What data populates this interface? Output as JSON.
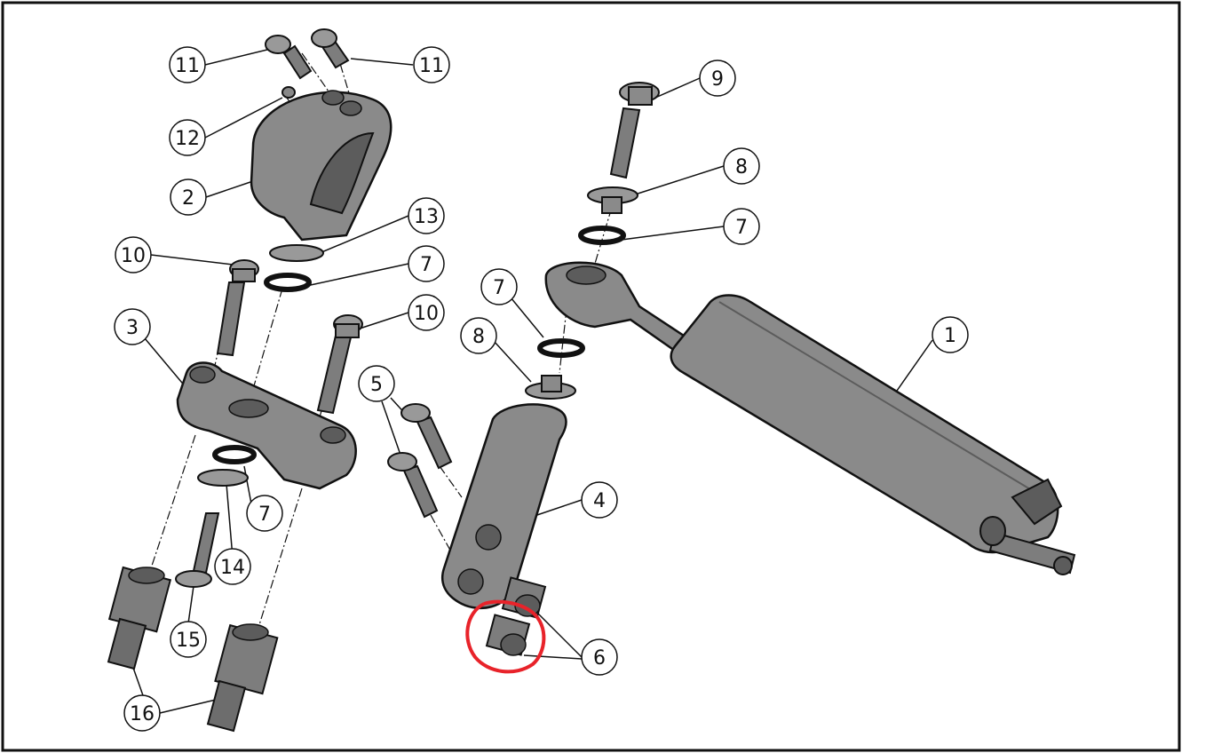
{
  "colors": {
    "part_fill": "#8a8a8a",
    "part_dark": "#5c5c5c",
    "part_light": "#a9a9a9",
    "outline": "#111111",
    "highlight": "#e8232a",
    "background": "#ffffff"
  },
  "callouts": [
    {
      "id": "c11a",
      "label": "11"
    },
    {
      "id": "c11b",
      "label": "11"
    },
    {
      "id": "c12",
      "label": "12"
    },
    {
      "id": "c2",
      "label": "2"
    },
    {
      "id": "c13",
      "label": "13"
    },
    {
      "id": "c10a",
      "label": "10"
    },
    {
      "id": "c7a",
      "label": "7"
    },
    {
      "id": "c3",
      "label": "3"
    },
    {
      "id": "c10b",
      "label": "10"
    },
    {
      "id": "c9",
      "label": "9"
    },
    {
      "id": "c8a",
      "label": "8"
    },
    {
      "id": "c7b",
      "label": "7"
    },
    {
      "id": "c7c",
      "label": "7"
    },
    {
      "id": "c8b",
      "label": "8"
    },
    {
      "id": "c1",
      "label": "1"
    },
    {
      "id": "c5",
      "label": "5"
    },
    {
      "id": "c4",
      "label": "4"
    },
    {
      "id": "c7d",
      "label": "7"
    },
    {
      "id": "c14",
      "label": "14"
    },
    {
      "id": "c15",
      "label": "15"
    },
    {
      "id": "c16",
      "label": "16"
    },
    {
      "id": "c6",
      "label": "6"
    }
  ]
}
